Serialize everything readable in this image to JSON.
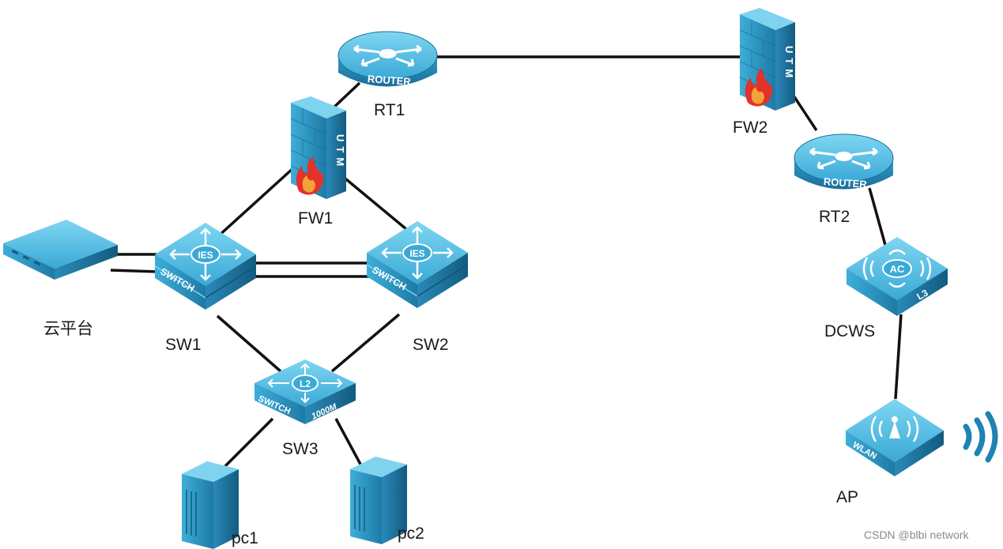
{
  "diagram": {
    "labels": {
      "rt1": "RT1",
      "rt2": "RT2",
      "fw1": "FW1",
      "fw2": "FW2",
      "sw1": "SW1",
      "sw2": "SW2",
      "sw3": "SW3",
      "dcws": "DCWS",
      "ap": "AP",
      "cloud": "云平台",
      "pc1": "pc1",
      "pc2": "pc2"
    },
    "device_text": {
      "router": "ROUTER",
      "utm": "UTM",
      "ies": "IES",
      "switch": "SWITCH",
      "l2": "L2",
      "gigabit": "1000M",
      "ac": "AC",
      "l3": "L3",
      "wlan": "WLAN"
    },
    "watermark": "CSDN @blbi network",
    "colors": {
      "device_light": "#5cc4e6",
      "device_mid": "#2d98c8",
      "device_dark": "#1a6f99",
      "link": "#111111",
      "flame": "#e2322a"
    }
  }
}
